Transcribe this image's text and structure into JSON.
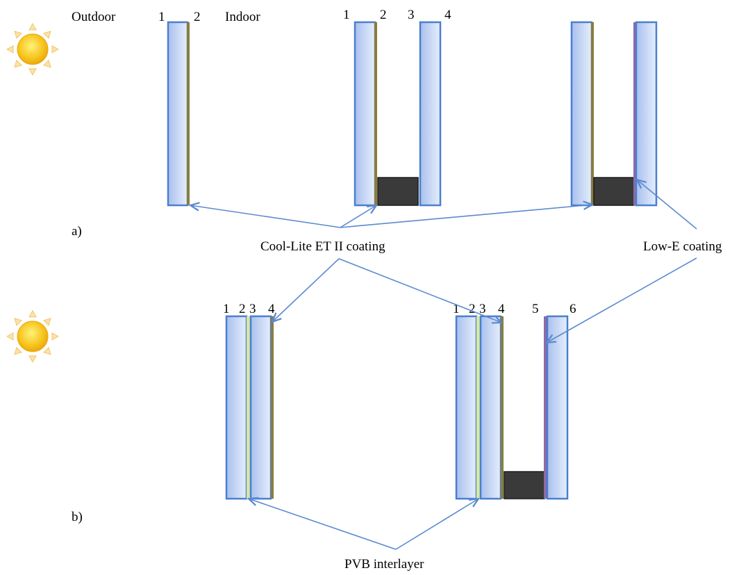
{
  "labels": {
    "outdoor": "Outdoor",
    "indoor": "Indoor",
    "part_a": "a)",
    "part_b": "b)",
    "coolite": "Cool-Lite  ET II coating",
    "lowe": "Low-E  coating",
    "pvb": "PVB interlayer"
  },
  "surface_numbers": {
    "a1": [
      "1",
      "2"
    ],
    "a2": [
      "1",
      "2",
      "3",
      "4"
    ],
    "b1": [
      "1",
      "2",
      "3",
      "4"
    ],
    "b2": [
      "1",
      "2",
      "3",
      "4",
      "5",
      "6"
    ]
  },
  "icons": {
    "sun": "sun-icon"
  },
  "colors": {
    "glass_edge": "#4a7fd0",
    "glass_fill_dark": "#a9c0ee",
    "glass_fill_light": "#e6eefb",
    "coolite_coating": "#8a7d3e",
    "lowe_coating": "#8e6aa8",
    "pvb_interlayer": "#d6e8a2",
    "spacer": "#3a3a3a",
    "arrow": "#5a8ad0",
    "sun": "#f7c21a"
  }
}
